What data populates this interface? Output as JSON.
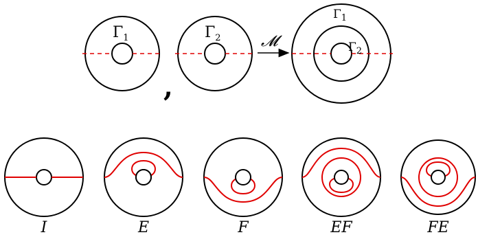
{
  "colors": {
    "stroke": "#000000",
    "arc": "#e00000",
    "background": "#ffffff"
  },
  "top_row": {
    "gamma1": {
      "symbol": "Γ",
      "sub": "1"
    },
    "gamma2": {
      "symbol": "Γ",
      "sub": "2"
    },
    "separator": ",",
    "operator": "𝓜",
    "result_outer": {
      "symbol": "Γ",
      "sub": "1"
    },
    "result_inner": {
      "symbol": "Γ",
      "sub": "2"
    }
  },
  "bottom_row": {
    "captions": [
      "I",
      "E",
      "F",
      "EF",
      "FE"
    ]
  }
}
